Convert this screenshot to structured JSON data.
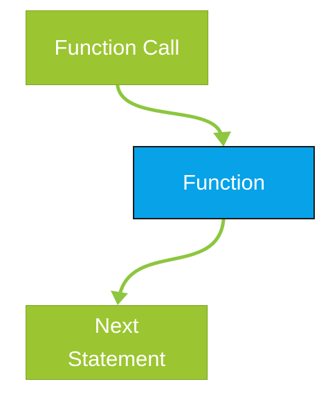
{
  "diagram": {
    "nodes": {
      "function_call": {
        "label": "Function Call",
        "fill": "#9bc531"
      },
      "function": {
        "label": "Function",
        "fill": "#07a2e8"
      },
      "next_statement": {
        "label": "Next\nStatement",
        "fill": "#9bc531"
      }
    },
    "edges": [
      {
        "from": "function_call",
        "to": "function",
        "color": "#8dc63f"
      },
      {
        "from": "function",
        "to": "next_statement",
        "color": "#8dc63f"
      }
    ]
  }
}
